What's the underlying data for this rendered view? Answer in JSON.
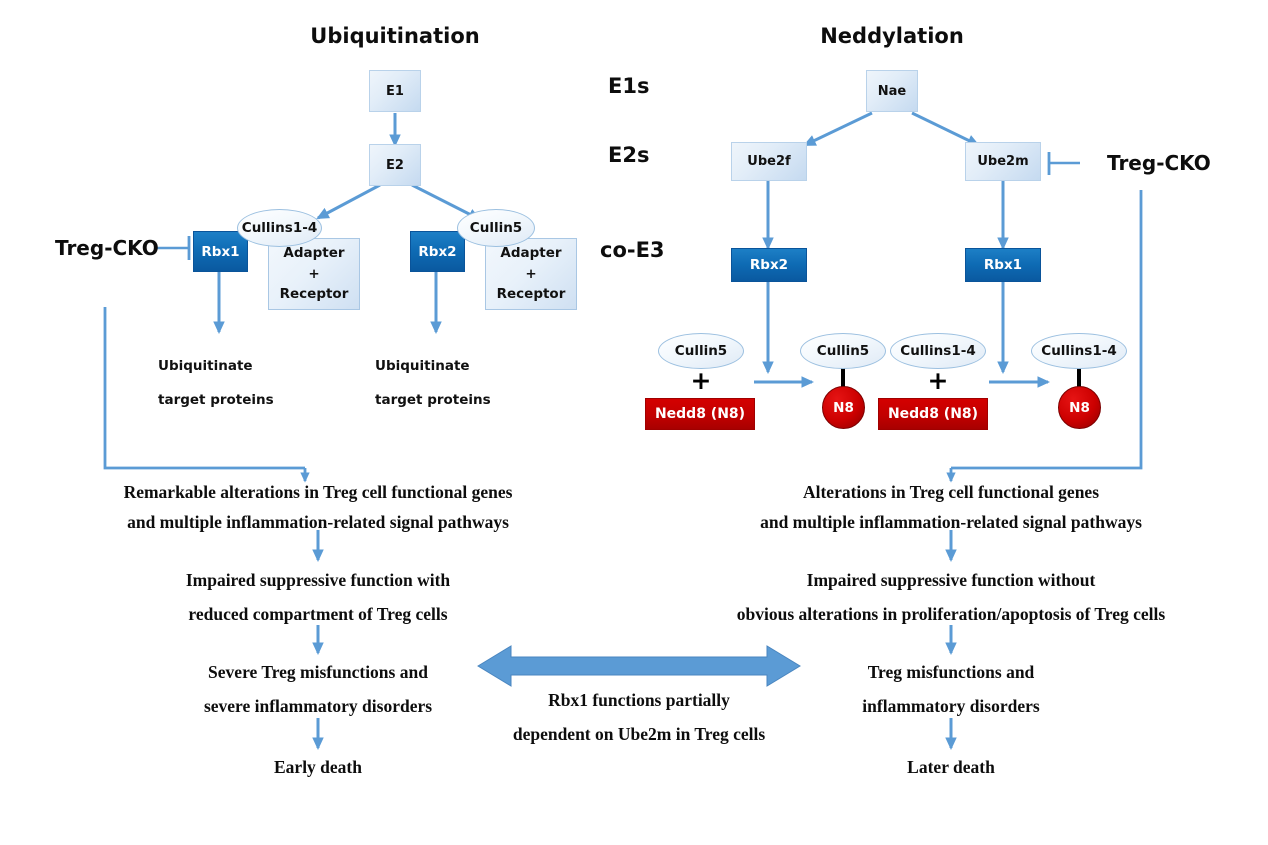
{
  "diagram": {
    "title_left": "Ubiquitination",
    "title_right": "Neddylation",
    "stage_labels": {
      "e1s": "E1s",
      "e2s": "E2s",
      "coe3": "co-E3"
    },
    "colors": {
      "arrow_blue": "#5b9bd5",
      "box_dark_blue": "#0e6bb4",
      "nedd8_red": "#c20000",
      "n8_red": "#cc0000",
      "text_black": "#0d0d0d",
      "enzyme_box_light": "#e2edf8"
    }
  },
  "ubiquitination": {
    "e1": "E1",
    "e2": "E2",
    "treg_cko": "Treg-CKO",
    "branch_left": {
      "rbx": "Rbx1",
      "cullin": "Cullins1-4",
      "adapter_line1": "Adapter",
      "adapter_plus": "+",
      "adapter_line2": "Receptor",
      "out_line1": "Ubiquitinate",
      "out_line2": "target proteins"
    },
    "branch_right": {
      "rbx": "Rbx2",
      "cullin": "Cullin5",
      "adapter_line1": "Adapter",
      "adapter_plus": "+",
      "adapter_line2": "Receptor",
      "out_line1": "Ubiquitinate",
      "out_line2": "target proteins"
    },
    "outcome": {
      "line1": "Remarkable alterations in Treg cell functional genes",
      "line2": "and multiple inflammation-related signal pathways",
      "line3": "Impaired suppressive function with",
      "line4": "reduced compartment of Treg cells",
      "line5": "Severe Treg misfunctions and",
      "line6": "severe inflammatory disorders",
      "line7": "Early death"
    }
  },
  "neddylation": {
    "nae": "Nae",
    "treg_cko": "Treg-CKO",
    "branch_left": {
      "e2": "Ube2f",
      "rbx": "Rbx2",
      "substrate_cullin": "Cullin5",
      "plus": "+",
      "nedd8": "Nedd8 (N8)",
      "product_cullin": "Cullin5",
      "product_tag": "N8"
    },
    "branch_right": {
      "e2": "Ube2m",
      "rbx": "Rbx1",
      "substrate_cullin": "Cullins1-4",
      "plus": "+",
      "nedd8": "Nedd8 (N8)",
      "product_cullin": "Cullins1-4",
      "product_tag": "N8"
    },
    "outcome": {
      "line1": "Alterations in Treg cell functional genes",
      "line2": "and multiple inflammation-related signal pathways",
      "line3": "Impaired suppressive function without",
      "line4": "obvious alterations in proliferation/apoptosis of Treg cells",
      "line5": "Treg misfunctions and",
      "line6": "inflammatory disorders",
      "line7": "Later death"
    }
  },
  "bridge": {
    "line1": "Rbx1 functions partially",
    "line2": "dependent on Ube2m in Treg cells"
  }
}
